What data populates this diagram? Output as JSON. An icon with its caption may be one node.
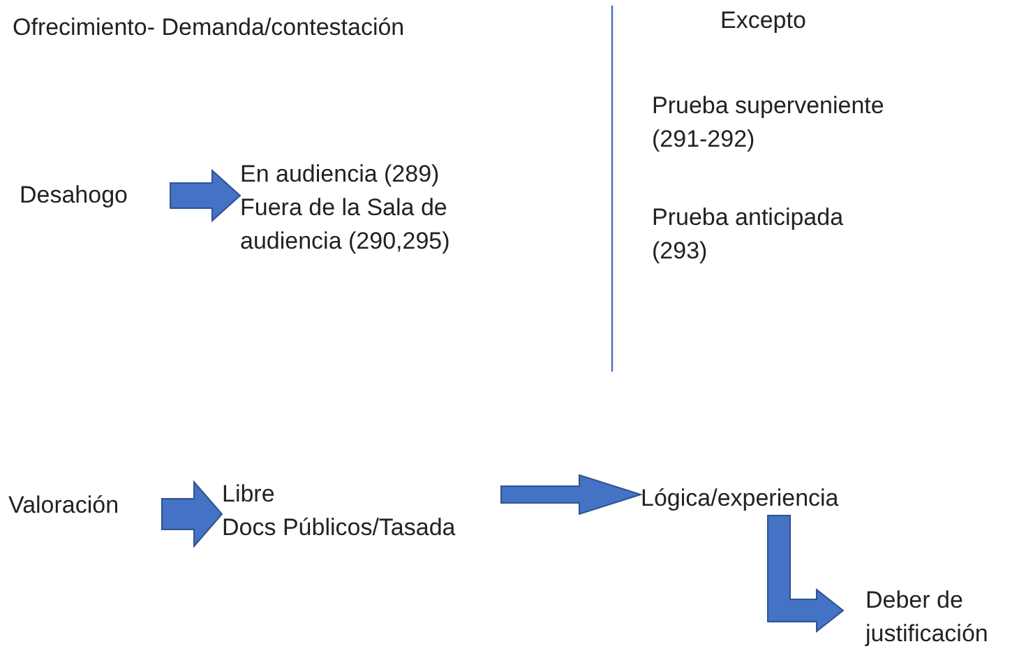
{
  "diagram": {
    "nodes": [
      {
        "text": [
          "Desahogo"
        ]
      },
      {
        "text": [
          "En audiencia (289)",
          "Fuera de la Sala de audiencia (290,295)"
        ]
      },
      {
        "text": [
          "Valoración"
        ]
      },
      {
        "text": [
          "Libre",
          "Docs Públicos/Tasada"
        ]
      },
      {
        "text": [
          "Lógica/experiencia"
        ]
      },
      {
        "text": [
          "Deber de justificación"
        ]
      }
    ],
    "edges": [
      {
        "from": 0,
        "to": 1,
        "arrow": "to"
      },
      {
        "from": 2,
        "to": 3,
        "arrow": "to"
      },
      {
        "from": 3,
        "to": 4,
        "arrow": "to"
      },
      {
        "from": 4,
        "to": 5,
        "arrow": "to"
      }
    ],
    "labels": [
      "Ofrecimiento- Demanda/contestación",
      "Excepto",
      "Prueba superveniente (291-292)",
      "Prueba anticipada (293)"
    ]
  }
}
